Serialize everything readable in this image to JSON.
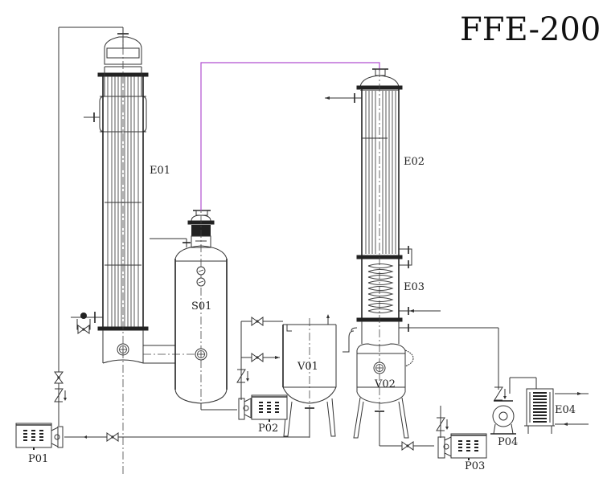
{
  "title": "FFE-200",
  "colors": {
    "line": "#333333",
    "vapor_line": "#b04fd0",
    "background": "#ffffff"
  },
  "equipment": [
    {
      "tag": "E01",
      "type": "falling-film-evaporator"
    },
    {
      "tag": "S01",
      "type": "separator"
    },
    {
      "tag": "E02",
      "type": "condenser"
    },
    {
      "tag": "E03",
      "type": "coil-cooler"
    },
    {
      "tag": "V01",
      "type": "feed-tank"
    },
    {
      "tag": "V02",
      "type": "condensate-receiver"
    },
    {
      "tag": "E04",
      "type": "plate-heat-exchanger"
    },
    {
      "tag": "P01",
      "type": "centrifugal-pump"
    },
    {
      "tag": "P02",
      "type": "centrifugal-pump"
    },
    {
      "tag": "P03",
      "type": "centrifugal-pump"
    },
    {
      "tag": "P04",
      "type": "vacuum-pump"
    }
  ],
  "labels": {
    "e01": "E01",
    "s01": "S01",
    "e02": "E02",
    "e03": "E03",
    "v01": "V01",
    "v02": "V02",
    "e04": "E04",
    "p01": "P01",
    "p02": "P02",
    "p03": "P03",
    "p04": "P04"
  }
}
